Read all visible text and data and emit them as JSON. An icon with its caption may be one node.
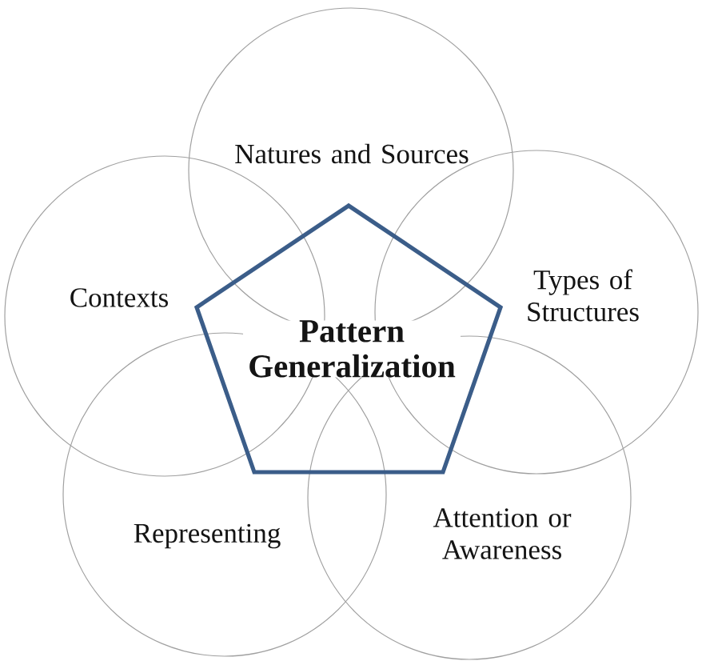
{
  "diagram": {
    "nodes": [
      {
        "text": [
          "Natures and Sources"
        ]
      },
      {
        "text": [
          "Contexts"
        ]
      },
      {
        "text": [
          "Types of Structures"
        ]
      },
      {
        "text": [
          "Pattern Generalization"
        ]
      },
      {
        "text": [
          "Representing"
        ]
      },
      {
        "text": [
          "Attention or Awareness"
        ]
      }
    ]
  }
}
